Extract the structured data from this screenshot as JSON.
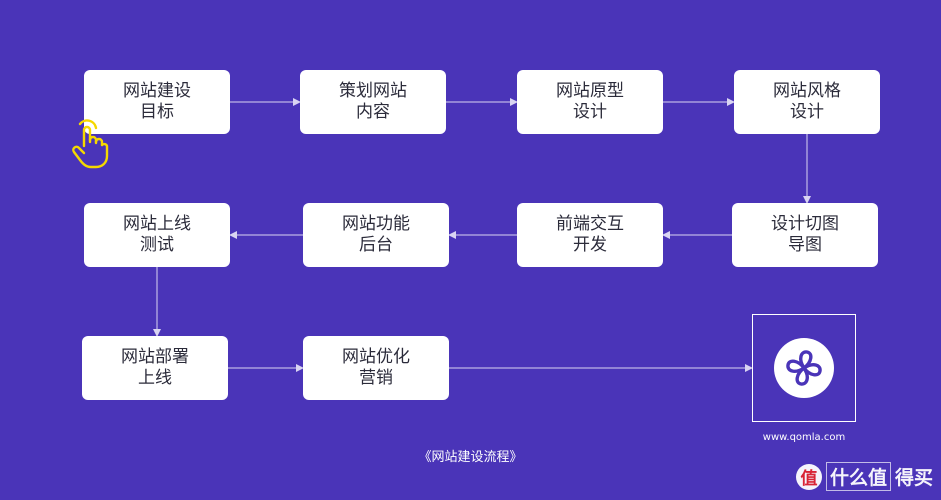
{
  "colors": {
    "background": "#4a34b8",
    "node_fill": "#ffffff",
    "node_text": "#2b2b3a",
    "connector": "#d9d4f2",
    "logo_mark": "#4a34b8",
    "hand_icon": "#f5d800"
  },
  "nodes": [
    {
      "id": "n1",
      "line1": "网站建设",
      "line2": "目标"
    },
    {
      "id": "n2",
      "line1": "策划网站",
      "line2": "内容"
    },
    {
      "id": "n3",
      "line1": "网站原型",
      "line2": "设计"
    },
    {
      "id": "n4",
      "line1": "网站风格",
      "line2": "设计"
    },
    {
      "id": "n5",
      "line1": "设计切图",
      "line2": "导图"
    },
    {
      "id": "n6",
      "line1": "前端交互",
      "line2": "开发"
    },
    {
      "id": "n7",
      "line1": "网站功能",
      "line2": "后台"
    },
    {
      "id": "n8",
      "line1": "网站上线",
      "line2": "测试"
    },
    {
      "id": "n9",
      "line1": "网站部署",
      "line2": "上线"
    },
    {
      "id": "n10",
      "line1": "网站优化",
      "line2": "营销"
    }
  ],
  "edges": [
    {
      "from": "n1",
      "to": "n2"
    },
    {
      "from": "n2",
      "to": "n3"
    },
    {
      "from": "n3",
      "to": "n4"
    },
    {
      "from": "n4",
      "to": "n5"
    },
    {
      "from": "n5",
      "to": "n6"
    },
    {
      "from": "n6",
      "to": "n7"
    },
    {
      "from": "n7",
      "to": "n8"
    },
    {
      "from": "n8",
      "to": "n9"
    },
    {
      "from": "n9",
      "to": "n10"
    },
    {
      "from": "n10",
      "to": "logo"
    }
  ],
  "logo": {
    "icon": "qomla-logo-icon",
    "site_url": "www.qomla.com"
  },
  "caption": "《网站建设流程》",
  "pointer_icon": "hand-pointer-icon",
  "watermark": {
    "badge": "值",
    "text_boxed": "什么值",
    "text_plain": "得买"
  }
}
